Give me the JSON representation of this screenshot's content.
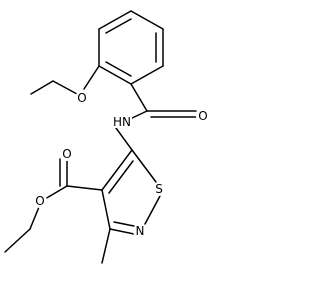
{
  "molecule": {
    "atoms": {
      "O_ether": "O",
      "O_amide": "O",
      "N_amide": "HN",
      "O_ester_carbonyl": "O",
      "O_ester_single": "O",
      "S_ring": "S",
      "N_ring": "N"
    }
  },
  "colors": {
    "bond": "#000000",
    "label": "#000000",
    "background": "#ffffff"
  }
}
